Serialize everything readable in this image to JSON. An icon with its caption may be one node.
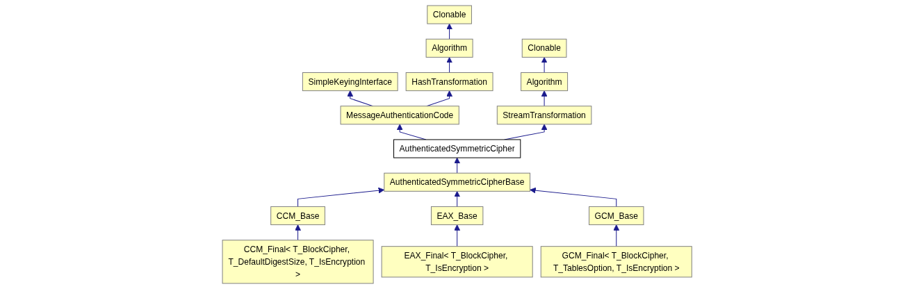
{
  "diagram": {
    "nodes": [
      {
        "text": [
          "Clonable"
        ]
      },
      {
        "text": [
          "Algorithm"
        ]
      },
      {
        "text": [
          "Clonable"
        ]
      },
      {
        "text": [
          "SimpleKeyingInterface"
        ]
      },
      {
        "text": [
          "HashTransformation"
        ]
      },
      {
        "text": [
          "Algorithm"
        ]
      },
      {
        "text": [
          "MessageAuthenticationCode"
        ]
      },
      {
        "text": [
          "StreamTransformation"
        ]
      },
      {
        "text": [
          "AuthenticatedSymmetricCipher"
        ]
      },
      {
        "text": [
          "AuthenticatedSymmetricCipherBase"
        ]
      },
      {
        "text": [
          "CCM_Base"
        ]
      },
      {
        "text": [
          "EAX_Base"
        ]
      },
      {
        "text": [
          "GCM_Base"
        ]
      },
      {
        "text": [
          "CCM_Final< T_BlockCipher, T_DefaultDigestSize, T_IsEncryption >"
        ]
      },
      {
        "text": [
          "EAX_Final< T_BlockCipher, T_IsEncryption >"
        ]
      },
      {
        "text": [
          "GCM_Final< T_BlockCipher, T_TablesOption, T_IsEncryption >"
        ]
      }
    ],
    "edges": [
      {
        "from": 1,
        "to": 0,
        "arrow": "to"
      },
      {
        "from": 4,
        "to": 1,
        "arrow": "to"
      },
      {
        "from": 5,
        "to": 2,
        "arrow": "to"
      },
      {
        "from": 6,
        "to": 3,
        "arrow": "to"
      },
      {
        "from": 6,
        "to": 4,
        "arrow": "to"
      },
      {
        "from": 7,
        "to": 5,
        "arrow": "to"
      },
      {
        "from": 8,
        "to": 6,
        "arrow": "to"
      },
      {
        "from": 8,
        "to": 7,
        "arrow": "to"
      },
      {
        "from": 9,
        "to": 8,
        "arrow": "to"
      },
      {
        "from": 10,
        "to": 9,
        "arrow": "to"
      },
      {
        "from": 11,
        "to": 9,
        "arrow": "to"
      },
      {
        "from": 12,
        "to": 9,
        "arrow": "to"
      },
      {
        "from": 13,
        "to": 10,
        "arrow": "to"
      },
      {
        "from": 14,
        "to": 11,
        "arrow": "to"
      },
      {
        "from": 15,
        "to": 12,
        "arrow": "to"
      }
    ]
  }
}
